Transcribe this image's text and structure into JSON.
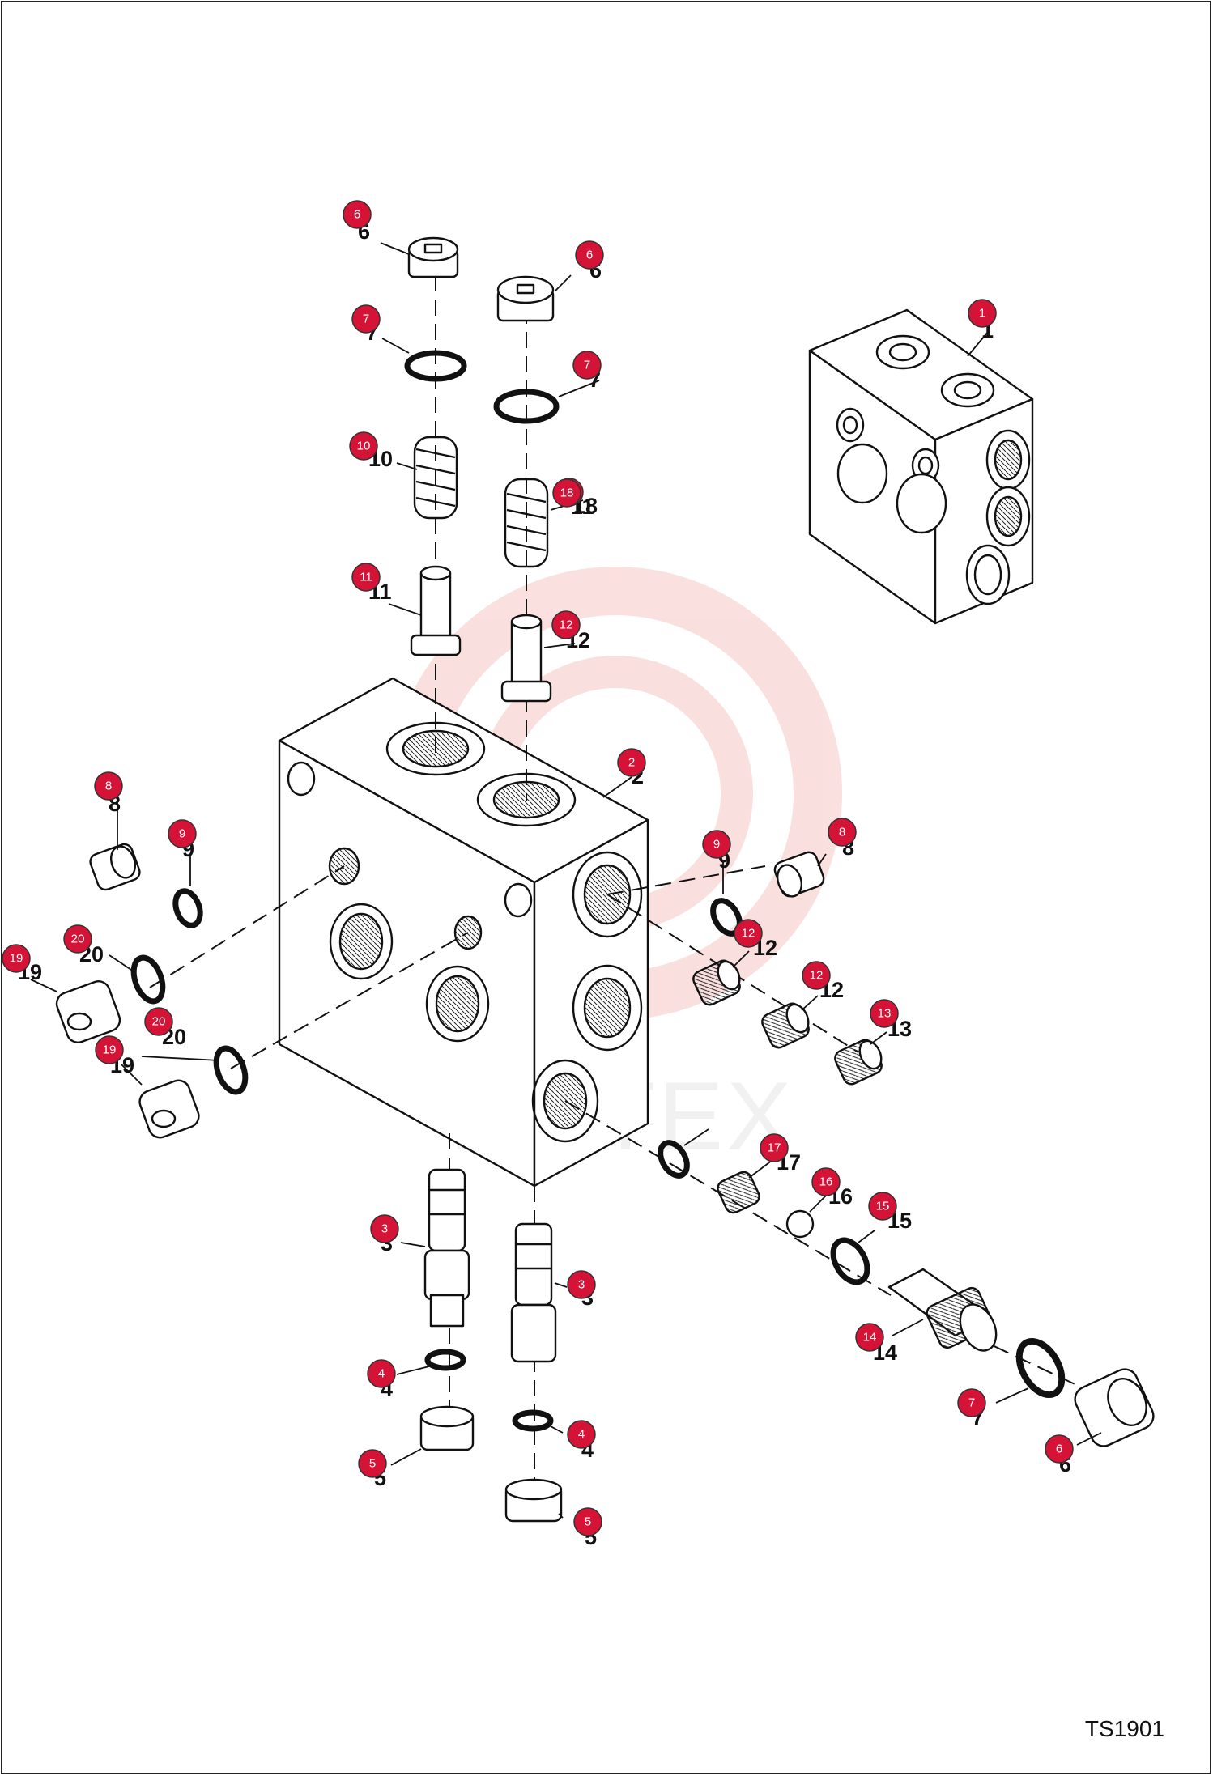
{
  "drawing_code": "TS1901",
  "watermark": {
    "text": "ИНТЕХ",
    "color": "#f7c6c6"
  },
  "badge_color": "#d41336",
  "callouts": [
    {
      "n": "1",
      "label": "1"
    },
    {
      "n": "2",
      "label": "2"
    },
    {
      "n": "3",
      "label": "3"
    },
    {
      "n": "3",
      "label": "3"
    },
    {
      "n": "4",
      "label": "4"
    },
    {
      "n": "4",
      "label": "4"
    },
    {
      "n": "5",
      "label": "5"
    },
    {
      "n": "5",
      "label": "5"
    },
    {
      "n": "6",
      "label": "6"
    },
    {
      "n": "6",
      "label": "6"
    },
    {
      "n": "6",
      "label": "6"
    },
    {
      "n": "7",
      "label": "7"
    },
    {
      "n": "7",
      "label": "7"
    },
    {
      "n": "7",
      "label": "7"
    },
    {
      "n": "8",
      "label": "8"
    },
    {
      "n": "8",
      "label": "8"
    },
    {
      "n": "9",
      "label": "9"
    },
    {
      "n": "9",
      "label": "9"
    },
    {
      "n": "10",
      "label": "10"
    },
    {
      "n": "11",
      "label": "11"
    },
    {
      "n": "11",
      "label": "11"
    },
    {
      "n": "12",
      "label": "12"
    },
    {
      "n": "12",
      "label": "12"
    },
    {
      "n": "12",
      "label": "12"
    },
    {
      "n": "13",
      "label": "13"
    },
    {
      "n": "14",
      "label": "14"
    },
    {
      "n": "15",
      "label": "15"
    },
    {
      "n": "16",
      "label": "16"
    },
    {
      "n": "17",
      "label": "17"
    },
    {
      "n": "18",
      "label": "18"
    },
    {
      "n": "19",
      "label": "19"
    },
    {
      "n": "19",
      "label": "19"
    },
    {
      "n": "20",
      "label": "20"
    },
    {
      "n": "20",
      "label": "20"
    }
  ]
}
